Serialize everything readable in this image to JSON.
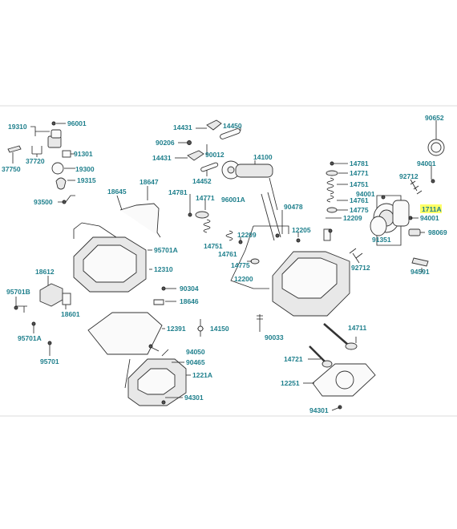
{
  "diagram": {
    "highlight_color": "#ffff66",
    "label_color": "#1e7f8c",
    "labels": {
      "p19310": "19310",
      "p96001a": "96001",
      "p91301": "91301",
      "p37750": "37750",
      "p37720": "37720",
      "p19300": "19300",
      "p19315": "19315",
      "p93500": "93500",
      "p14431a": "14431",
      "p14450": "14450",
      "p90206": "90206",
      "p90012": "90012",
      "p14100": "14100",
      "p14431b": "14431",
      "p14452": "14452",
      "p18645": "18645",
      "p18647": "18647",
      "p14781a": "14781",
      "p14771a": "14771",
      "p96001A": "96001A",
      "p90478": "90478",
      "p14751a": "14751",
      "p12209": "12209",
      "p14761a": "14761",
      "p14775a": "14775",
      "p12205": "12205",
      "p12200": "12200",
      "p95701Aa": "95701A",
      "p12310": "12310",
      "p18612": "18612",
      "p95701B": "95701B",
      "p18601": "18601",
      "p90304": "90304",
      "p18646": "18646",
      "p95701Ab": "95701A",
      "p95701": "95701",
      "p12391": "12391",
      "p14150": "14150",
      "p94050": "94050",
      "p90465": "90465",
      "p1221A": "1221A",
      "p94301a": "94301",
      "p90033": "90033",
      "p90652": "90652",
      "p94001a": "94001",
      "p14781b": "14781",
      "p14771b": "14771",
      "p92712a": "92712",
      "p14751b": "14751",
      "p94001b": "94001",
      "p14761b": "14761",
      "p1711A": "1711A",
      "p14775b": "14775",
      "p94001c": "94001",
      "p12209b": "12209",
      "p91351": "91351",
      "p98069": "98069",
      "p92712b": "92712",
      "p94591": "94591",
      "p14711": "14711",
      "p14721": "14721",
      "p12251": "12251",
      "p94301b": "94301"
    }
  }
}
